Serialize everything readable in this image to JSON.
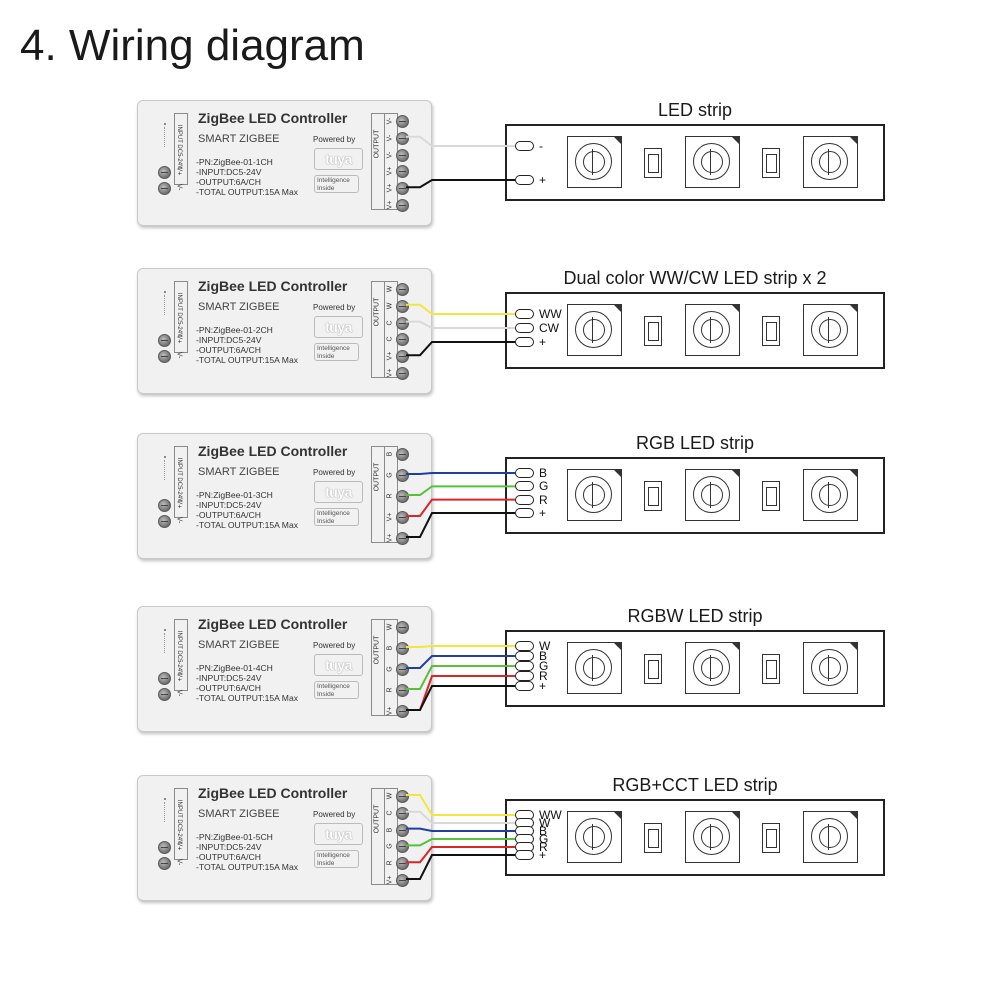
{
  "title": "4. Wiring diagram",
  "colors": {
    "yellow": "#f2e63c",
    "white": "#d9d9d9",
    "blue": "#1f3f9e",
    "green": "#55c23a",
    "red": "#d8262b",
    "black": "#111111"
  },
  "controller_common": {
    "title": "ZigBee LED Controller",
    "subtitle": "SMART ZIGBEE",
    "powered_by": "Powered by",
    "brand": "tuya",
    "intelligence": "Intelligence Inside",
    "input_rot": "INPUT DC5-24V",
    "output_rot": "OUTPUT",
    "input_pins": [
      "V+",
      "V-"
    ],
    "spec_input": "-INPUT:DC5-24V",
    "spec_output": "-OUTPUT:6A/CH",
    "spec_total": "-TOTAL OUTPUT:15A Max"
  },
  "rows": [
    {
      "pn": "-PN:ZigBee-01-1CH",
      "pins": [
        "V-",
        "V-",
        "V-",
        "V+",
        "V+",
        "V+"
      ],
      "strip_title": "LED strip",
      "wires": [
        {
          "label": "-",
          "color": "white",
          "pin": 1
        },
        {
          "label": "+",
          "color": "black",
          "pin": 4
        }
      ]
    },
    {
      "pn": "-PN:ZigBee-01-2CH",
      "pins": [
        "W",
        "W",
        "C",
        "C",
        "V+",
        "V+"
      ],
      "strip_title": "Dual color WW/CW LED strip x 2",
      "wires": [
        {
          "label": "WW",
          "color": "yellow",
          "pin": 1
        },
        {
          "label": "CW",
          "color": "white",
          "pin": 2
        },
        {
          "label": "+",
          "color": "black",
          "pin": 4
        }
      ]
    },
    {
      "pn": "-PN:ZigBee-01-3CH",
      "pins": [
        "B",
        "G",
        "R",
        "V+",
        "V+"
      ],
      "strip_title": "RGB LED strip",
      "wires": [
        {
          "label": "B",
          "color": "blue",
          "pin": 1
        },
        {
          "label": "G",
          "color": "green",
          "pin": 2
        },
        {
          "label": "R",
          "color": "red",
          "pin": 3
        },
        {
          "label": "+",
          "color": "black",
          "pin": 4
        }
      ]
    },
    {
      "pn": "-PN:ZigBee-01-4CH",
      "pins": [
        "W",
        "B",
        "G",
        "R",
        "V+"
      ],
      "strip_title": "RGBW LED strip",
      "wires": [
        {
          "label": "W",
          "color": "yellow",
          "pin": 1
        },
        {
          "label": "B",
          "color": "blue",
          "pin": 2
        },
        {
          "label": "G",
          "color": "green",
          "pin": 3
        },
        {
          "label": "R",
          "color": "red",
          "pin": 4
        },
        {
          "label": "+",
          "color": "black",
          "pin": 5
        }
      ]
    },
    {
      "pn": "-PN:ZigBee-01-5CH",
      "pins": [
        "W",
        "C",
        "B",
        "G",
        "R",
        "V+"
      ],
      "strip_title": "RGB+CCT LED strip",
      "wires": [
        {
          "label": "WW",
          "color": "yellow",
          "pin": 0
        },
        {
          "label": "W",
          "color": "white",
          "pin": 1
        },
        {
          "label": "B",
          "color": "blue",
          "pin": 2
        },
        {
          "label": "G",
          "color": "green",
          "pin": 3
        },
        {
          "label": "R",
          "color": "red",
          "pin": 4
        },
        {
          "label": "+",
          "color": "black",
          "pin": 5
        }
      ]
    }
  ]
}
